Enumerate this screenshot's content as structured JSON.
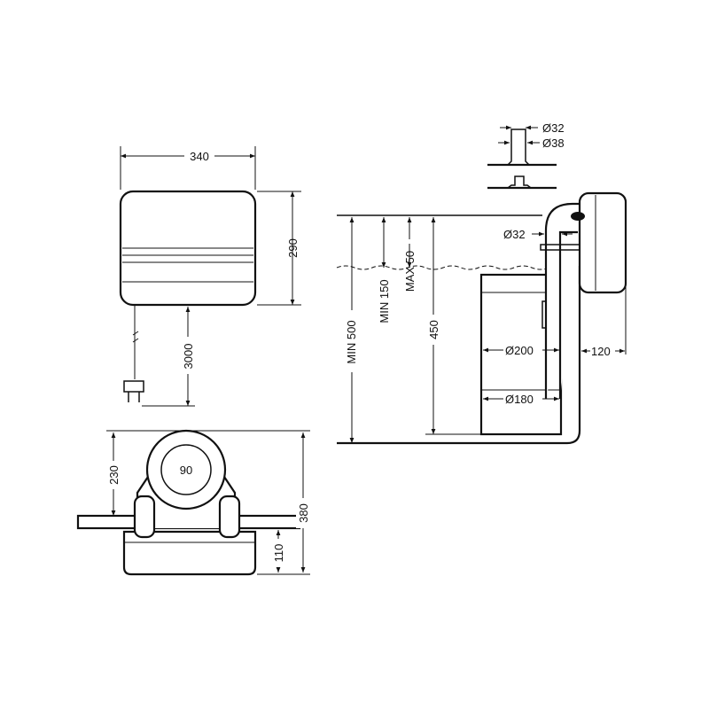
{
  "front_view": {
    "width": "340",
    "height": "290",
    "cable": "3000"
  },
  "pipe_detail": {
    "inner_diameter": "Ø32",
    "outer_diameter": "Ø38"
  },
  "side_view": {
    "pipe_diameter": "Ø32",
    "min_depth": "MIN 500",
    "min_level": "MIN 150",
    "max_level": "MAX 50",
    "height": "450",
    "outer_diameter": "Ø200",
    "inner_diameter": "Ø180",
    "wall_offset": "120"
  },
  "top_view": {
    "nozzle": "90",
    "height_upper": "230",
    "height_total": "380",
    "height_lower": "110"
  }
}
